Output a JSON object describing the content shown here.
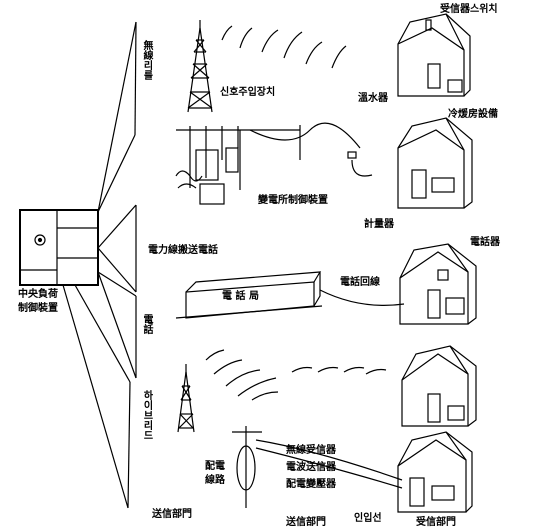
{
  "central_unit": {
    "label_line1": "中央負荷",
    "label_line2": "制御裝置"
  },
  "channels": {
    "radio": "無線리를",
    "power_line": "電力線搬送電話",
    "telephone": "電話",
    "hybrid": "하이브리드"
  },
  "labels": {
    "signal_transmitter": "신호주입장치",
    "receiver_switch": "受信器스위치",
    "water_heater": "溫水器",
    "cooling_heating": "冷煖房設備",
    "substation_control": "變電所制御裝置",
    "meter": "計量器",
    "telephone_set": "電話器",
    "telephone_office": "電 話 局",
    "telephone_line": "電話回線",
    "distribution_line_1": "配電",
    "distribution_line_2": "線路",
    "wireless_receiver": "無線受信器",
    "carrier_transmitter": "電波送信器",
    "dist_transformer": "配電變壓器",
    "transmitting_section": "送信部門",
    "signal_section": "送信部門",
    "service_drop": "인입선",
    "receiving_section": "受信部門"
  }
}
